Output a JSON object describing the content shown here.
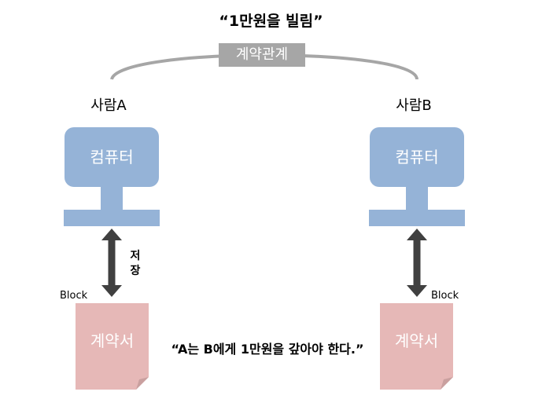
{
  "title": "“1만원을 빌림”",
  "relation_label": "계약관계",
  "person_a": {
    "name": "사람A",
    "computer_label": "컴퓨터",
    "block_label": "Block",
    "document_label": "계약서"
  },
  "person_b": {
    "name": "사람B",
    "computer_label": "컴퓨터",
    "block_label": "Block",
    "document_label": "계약서"
  },
  "store_label_line1": "저",
  "store_label_line2": "장",
  "obligation_text": "“A는 B에게 1만원을 갚아야 한다.”",
  "colors": {
    "computer": "#95b3d7",
    "document": "#e6b8b7",
    "relation_box": "#a6a6a6",
    "arc": "#a6a6a6",
    "arrow": "#404040"
  }
}
